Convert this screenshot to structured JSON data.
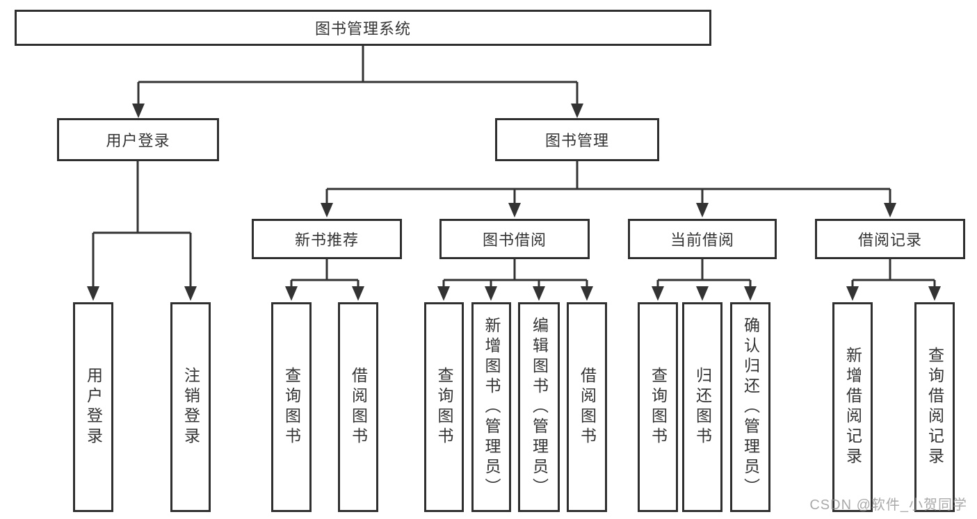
{
  "diagram": {
    "root": {
      "label": "图书管理系统"
    },
    "branches": [
      {
        "label": "用户登录",
        "children": [
          {
            "label": "用户登录"
          },
          {
            "label": "注销登录"
          }
        ]
      },
      {
        "label": "图书管理",
        "children": [
          {
            "label": "新书推荐",
            "children": [
              {
                "label": "查询图书"
              },
              {
                "label": "借阅图书"
              }
            ]
          },
          {
            "label": "图书借阅",
            "children": [
              {
                "label": "查询图书"
              },
              {
                "label": "新增图书（管理员）"
              },
              {
                "label": "编辑图书（管理员）"
              },
              {
                "label": "借阅图书"
              }
            ]
          },
          {
            "label": "当前借阅",
            "children": [
              {
                "label": "查询图书"
              },
              {
                "label": "归还图书"
              },
              {
                "label": "确认归还（管理员）"
              }
            ]
          },
          {
            "label": "借阅记录",
            "children": [
              {
                "label": "新增借阅记录"
              },
              {
                "label": "查询借阅记录"
              }
            ]
          }
        ]
      }
    ]
  },
  "watermark": {
    "text": "CSDN @软件_小贺同学"
  },
  "colors": {
    "line": "#333333",
    "box_border": "#2f2f2f",
    "text": "#333333",
    "background": "#ffffff",
    "watermark": "#949494"
  }
}
